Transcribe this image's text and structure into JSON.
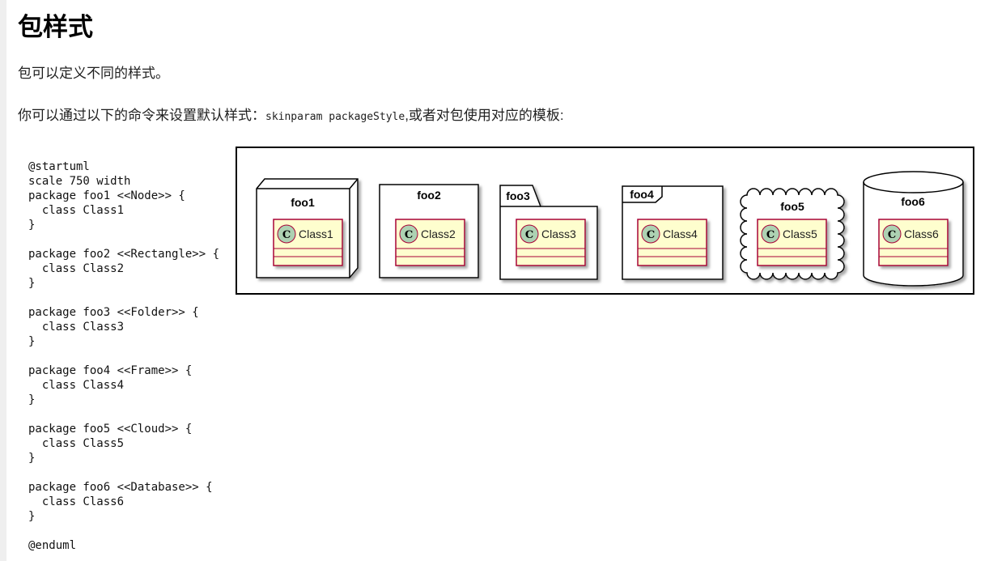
{
  "page": {
    "title": "包样式",
    "paragraph1": "包可以定义不同的样式。",
    "paragraph2_prefix": "你可以通过以下的命令来设置默认样式：",
    "paragraph2_code": "skinparam packageStyle",
    "paragraph2_suffix": ",或者对包使用对应的模板:"
  },
  "code_block": {
    "text": "@startuml\nscale 750 width\npackage foo1 <<Node>> {\n  class Class1\n}\n\npackage foo2 <<Rectangle>> {\n  class Class2\n}\n\npackage foo3 <<Folder>> {\n  class Class3\n}\n\npackage foo4 <<Frame>> {\n  class Class4\n}\n\npackage foo5 <<Cloud>> {\n  class Class5\n}\n\npackage foo6 <<Database>> {\n  class Class6\n}\n\n@enduml"
  },
  "diagram": {
    "border_color": "#000000",
    "background": "#ffffff",
    "class_box": {
      "fill": "#FEFECE",
      "border": "#A80036",
      "circle_fill": "#ADD1B2",
      "circle_letter": "C"
    },
    "packages": [
      {
        "label": "foo1",
        "style": "Node",
        "class_label": "Class1"
      },
      {
        "label": "foo2",
        "style": "Rectangle",
        "class_label": "Class2"
      },
      {
        "label": "foo3",
        "style": "Folder",
        "class_label": "Class3"
      },
      {
        "label": "foo4",
        "style": "Frame",
        "class_label": "Class4"
      },
      {
        "label": "foo5",
        "style": "Cloud",
        "class_label": "Class5"
      },
      {
        "label": "foo6",
        "style": "Database",
        "class_label": "Class6"
      }
    ]
  }
}
